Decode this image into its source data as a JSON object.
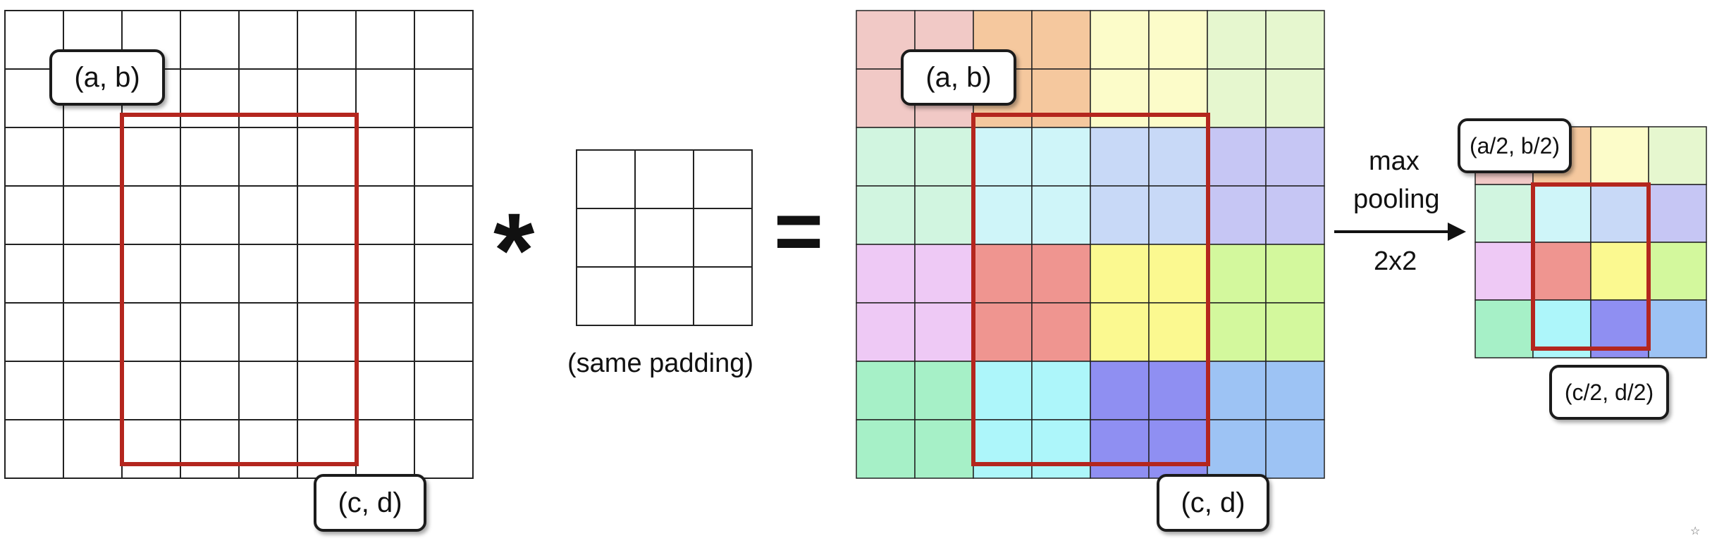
{
  "colors": {
    "grid_line": "#222222",
    "highlight": "#b4261e",
    "block_colors": [
      [
        "#f1c9c6",
        "#f5c89e",
        "#fcfcc9",
        "#e6f7cf"
      ],
      [
        "#d1f5e0",
        "#cff5f9",
        "#c8d9f7",
        "#c6c6f4"
      ],
      [
        "#eec9f5",
        "#ef9590",
        "#fbf990",
        "#d3f89d"
      ],
      [
        "#a6f0c7",
        "#adf6fa",
        "#8f8ff2",
        "#9dc3f4"
      ]
    ]
  },
  "input_grid": {
    "rows": 8,
    "cols": 8
  },
  "kernel": {
    "rows": 3,
    "cols": 3,
    "caption": "(same padding)"
  },
  "operators": {
    "convolve": "*",
    "equals": "="
  },
  "feature_map": {
    "rows": 8,
    "cols": 8,
    "block": 2
  },
  "pooling": {
    "line1": "max",
    "line2": "pooling",
    "line3": "2x2"
  },
  "pooled_map": {
    "rows": 4,
    "cols": 4
  },
  "labels": {
    "input_top_left": "(a, b)",
    "input_bottom_right": "(c, d)",
    "feature_top_left": "(a, b)",
    "feature_bottom_right": "(c, d)",
    "pooled_top_left": "(a/2, b/2)",
    "pooled_bottom_right": "(c/2, d/2)"
  },
  "corner_mark": "☆"
}
